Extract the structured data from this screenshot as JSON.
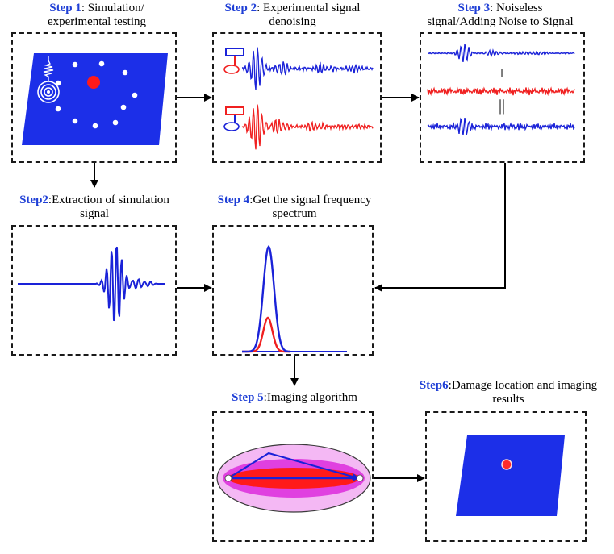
{
  "steps": {
    "step1": {
      "label": "Step 1",
      "text": ": Simulation/",
      "text2": "experimental testing"
    },
    "step2": {
      "label": "Step 2",
      "text": ": Experimental signal",
      "text2": "denoising"
    },
    "step3": {
      "label": "Step 3",
      "text": ": Noiseless",
      "text2": "signal/Adding Noise to Signal"
    },
    "step2b": {
      "label": "Step2",
      "text": ":Extraction of simulation",
      "text2": "signal"
    },
    "step4": {
      "label": "Step 4",
      "text": ":Get the signal frequency",
      "text2": "spectrum"
    },
    "step5": {
      "label": "Step 5",
      "text": ":Imaging algorithm"
    },
    "step6": {
      "label": "Step6",
      "text": ":Damage location and imaging",
      "text2": "results"
    }
  },
  "symbols": {
    "plus": "+",
    "equals": "||"
  },
  "colors": {
    "step_text": "#1f3fd6",
    "plate": "#1c2fe8",
    "signal_blue": "#1a22d8",
    "signal_red": "#f02020",
    "damage": "#f03030",
    "ellipse_outer": "#f4b8f4",
    "ellipse_mid": "#e040e0"
  }
}
